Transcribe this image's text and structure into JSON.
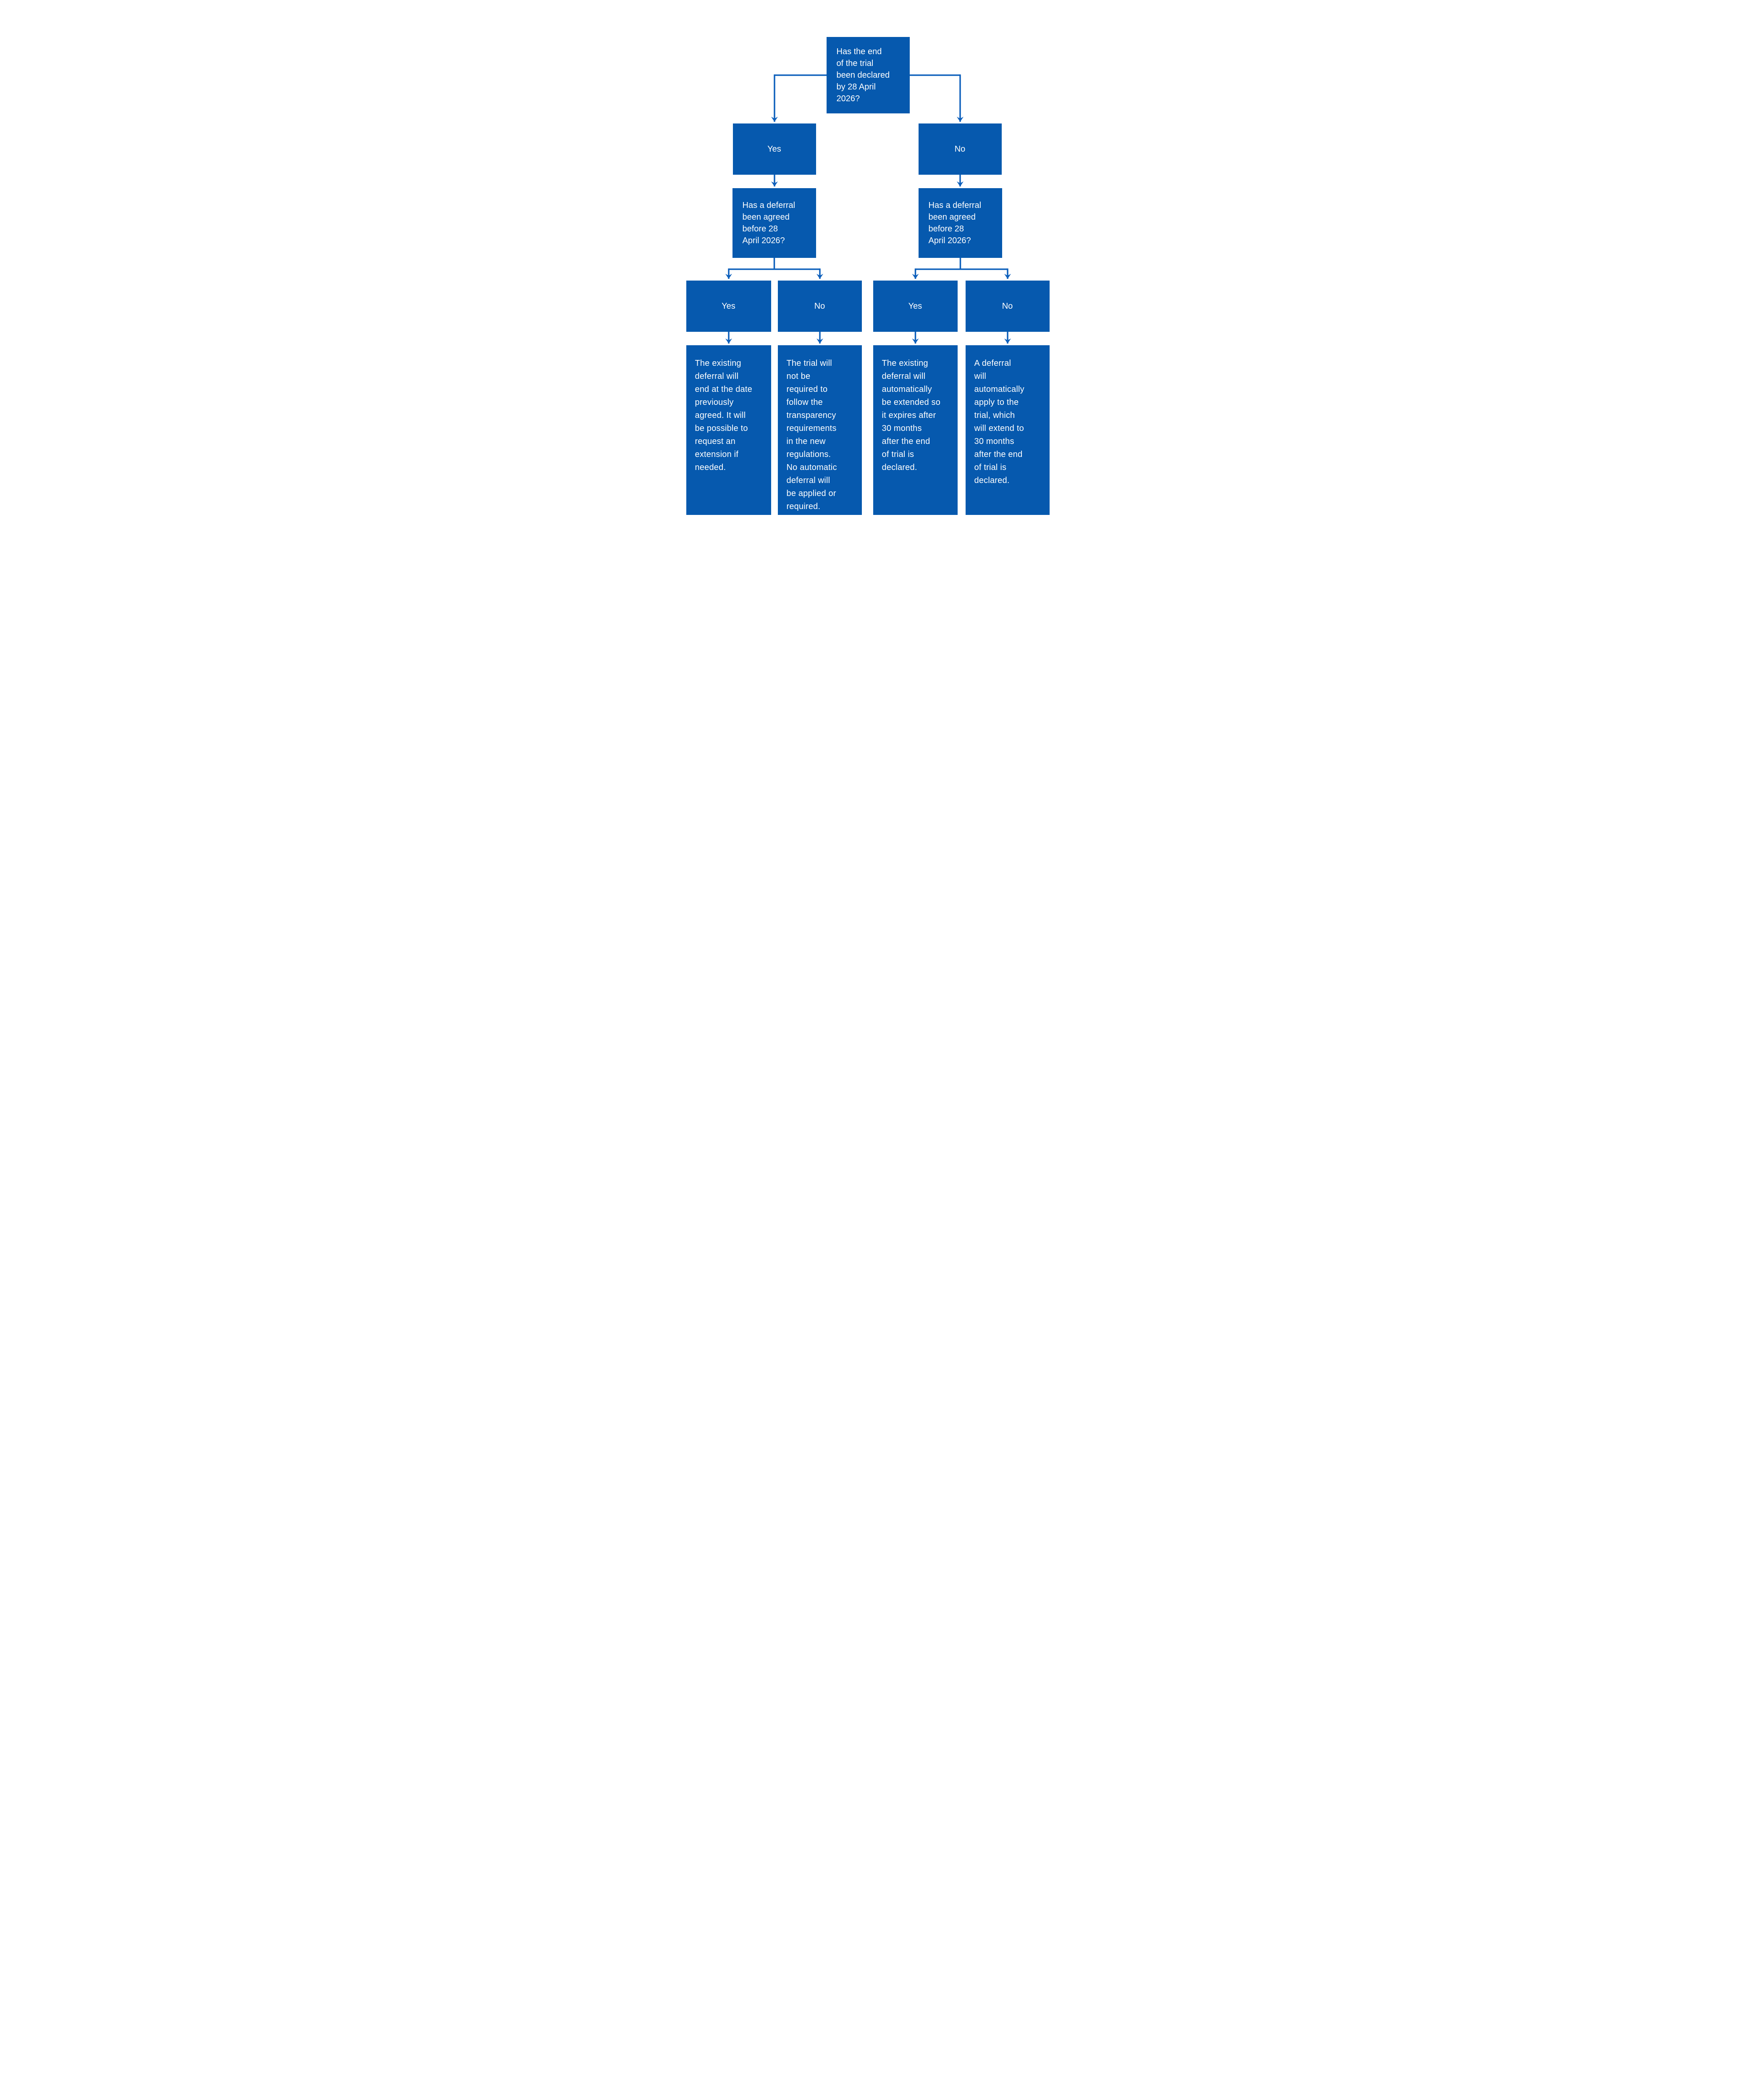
{
  "flowchart": {
    "root": {
      "question": "Has the end\nof the trial\nbeen declared\nby 28 April\n2026?"
    },
    "left_branch": {
      "answer": "Yes",
      "question": "Has a deferral\nbeen agreed\nbefore 28\nApril 2026?",
      "yes": {
        "answer": "Yes",
        "outcome": "The existing\ndeferral will\nend at the date\npreviously\nagreed. It will\nbe possible to\nrequest an\nextension if\nneeded."
      },
      "no": {
        "answer": "No",
        "outcome": "The trial will\nnot be\nrequired to\nfollow the\ntransparency\nrequirements\nin the new\nregulations.\nNo automatic\ndeferral will\nbe applied or\nrequired."
      }
    },
    "right_branch": {
      "answer": "No",
      "question": "Has a deferral\nbeen agreed\nbefore 28\nApril 2026?",
      "yes": {
        "answer": "Yes",
        "outcome": "The existing\ndeferral will\nautomatically\nbe extended so\nit expires after\n30 months\nafter the end\nof trial is\ndeclared."
      },
      "no": {
        "answer": "No",
        "outcome": "A deferral\nwill\nautomatically\napply to the\ntrial, which\nwill extend to\n30 months\nafter the end\nof trial is\ndeclared."
      }
    },
    "colors": {
      "box_fill": "#0659AE",
      "connector": "#0E60BC",
      "text": "#FFFFFF",
      "background": "#FFFFFF"
    }
  }
}
